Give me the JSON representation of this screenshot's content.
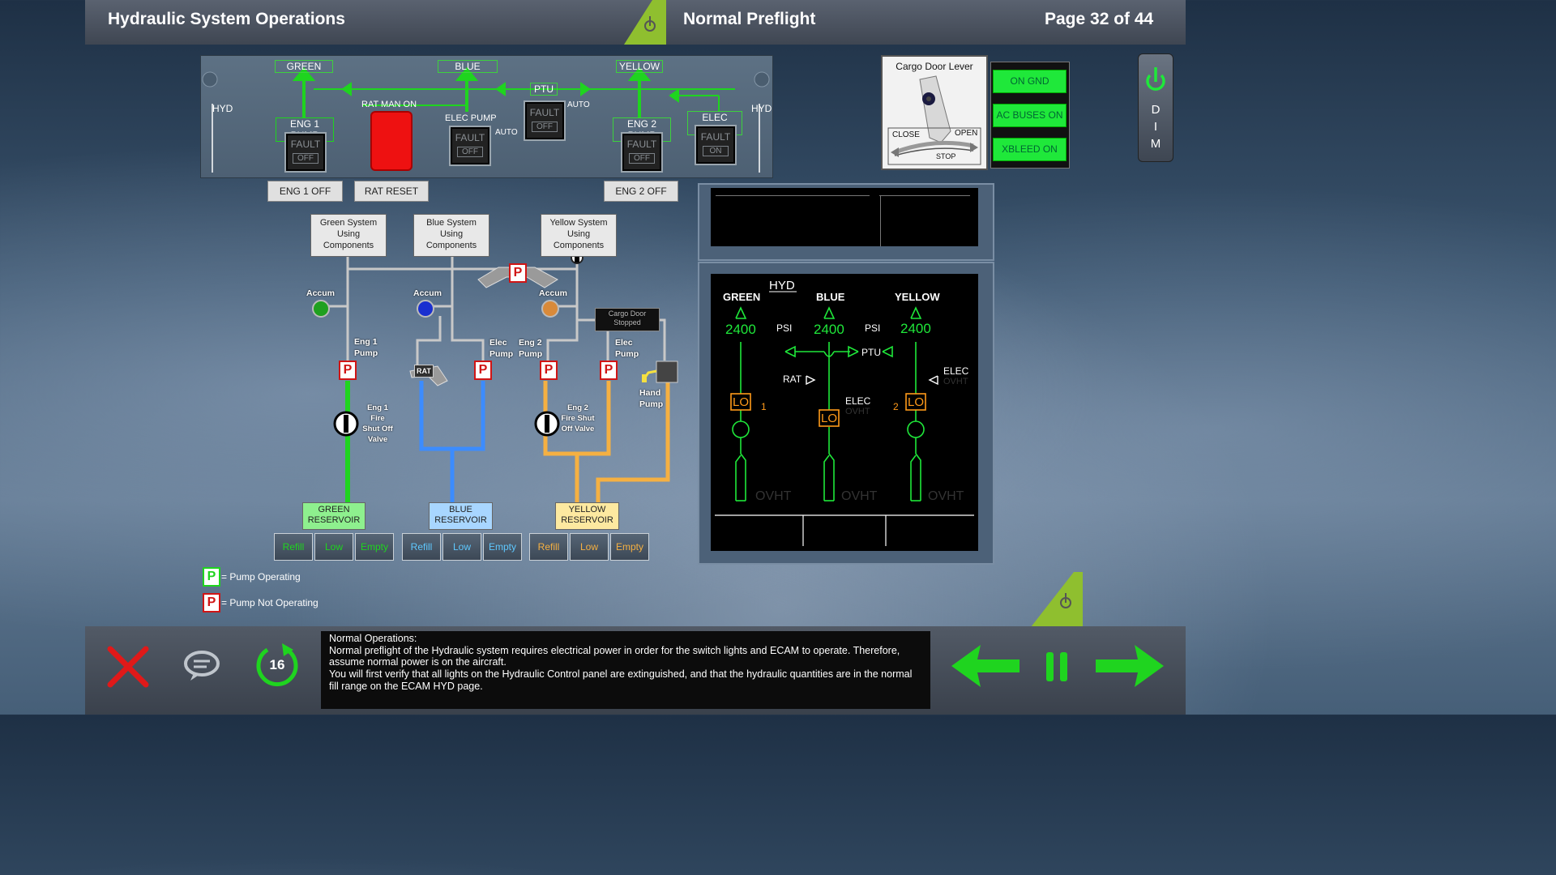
{
  "header": {
    "title": "Hydraulic System Operations",
    "mode": "Normal Preflight",
    "page": "Page 32 of 44"
  },
  "overhead": {
    "side_label": "HYD",
    "sys_green": "GREEN",
    "sys_blue": "BLUE",
    "sys_yellow": "YELLOW",
    "ptu": "PTU",
    "rat_man_on": "RAT MAN ON",
    "eng1_pump": "ENG 1 PUMP",
    "elec_pump_blue": "ELEC PUMP",
    "eng2_pump": "ENG 2 PUMP",
    "elec_pump_yellow": "ELEC PUMP",
    "auto": "AUTO",
    "fault": "FAULT",
    "off": "OFF",
    "on": "ON"
  },
  "buttons": {
    "eng1_off": "ENG 1 OFF",
    "rat_reset": "RAT RESET",
    "eng2_off": "ENG 2 OFF"
  },
  "schematic": {
    "green_using": "Green System Using Components",
    "blue_using": "Blue System Using Components",
    "yellow_using": "Yellow System Using Components",
    "accum": "Accum",
    "eng1_pump": "Eng 1 Pump",
    "elec_pump": "Elec Pump",
    "eng2_pump": "Eng 2 Pump",
    "elec_pump_y": "Elec Pump",
    "rat": "RAT",
    "hand_pump": "Hand Pump",
    "cargo_door_stopped": "Cargo Door Stopped",
    "eng1_fire": "Eng 1 Fire Shut Off Valve",
    "eng2_fire": "Eng 2 Fire Shut Off Valve",
    "ptu_p": "P",
    "green_res": "GREEN RESERVOIR",
    "blue_res": "BLUE RESERVOIR",
    "yellow_res": "YELLOW RESERVOIR",
    "refill": "Refill",
    "low": "Low",
    "empty": "Empty"
  },
  "legend": {
    "p": "P",
    "operating": "= Pump Operating",
    "not_operating": "= Pump Not Operating"
  },
  "cargo_door": {
    "title": "Cargo Door Lever",
    "close": "CLOSE",
    "open": "OPEN",
    "stop": "STOP"
  },
  "status_lights": {
    "on_gnd": "ON GND",
    "ac_buses_on": "AC BUSES ON",
    "xbleed_on": "XBLEED ON"
  },
  "dim_button": {
    "label": "DIM"
  },
  "ecam": {
    "page": "HYD",
    "green": "GREEN",
    "blue": "BLUE",
    "yellow": "YELLOW",
    "green_psi": "2400",
    "blue_psi": "2400",
    "yellow_psi": "2400",
    "psi": "PSI",
    "ptu": "PTU",
    "rat": "RAT",
    "elec": "ELEC",
    "ovht": "OVHT",
    "lo": "LO",
    "eng1": "1",
    "eng2": "2"
  },
  "footer": {
    "message_title": "Normal Operations:",
    "message_body": "Normal preflight of the Hydraulic system requires electrical power in order for the switch lights and ECAM to operate.  Therefore, assume normal power is on the aircraft.\nYou will first verify that all lights on the Hydraulic Control panel are extinguished, and that the hydraulic quantities are in the normal fill range on the ECAM HYD page.",
    "replay_count": "16"
  },
  "colors": {
    "green": "#1fd41f",
    "blue": "#3c8cff",
    "yellow": "#f5b042",
    "red": "#d01515",
    "ecam_green": "#1fe83a",
    "ecam_amber": "#ff9a1a"
  }
}
